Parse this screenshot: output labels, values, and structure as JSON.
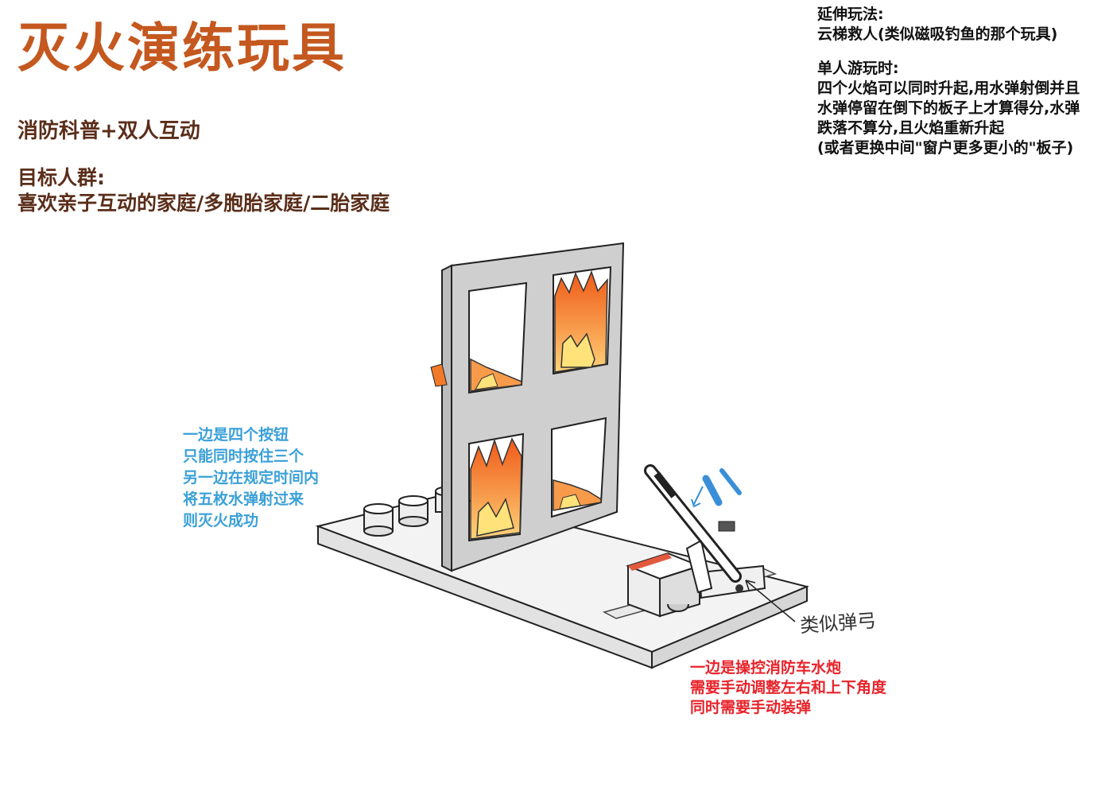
{
  "title": "灭火演练玩具",
  "subtitle": "消防科普+双人互动",
  "audience": {
    "label": "目标人群:",
    "value": "喜欢亲子互动的家庭/多胞胎家庭/二胎家庭"
  },
  "extension": {
    "heading": "延伸玩法:",
    "lines": [
      "云梯救人(类似磁吸钓鱼的那个玩具)"
    ]
  },
  "solo": {
    "heading": "单人游玩时:",
    "lines": [
      "四个火焰可以同时升起,用水弹射倒并且",
      "水弹停留在倒下的板子上才算得分,水弹",
      "跌落不算分,且火焰重新升起",
      "(或者更换中间\"窗户更多更小的\"板子)"
    ]
  },
  "blue_note": {
    "lines": [
      "一边是四个按钮",
      "只能同时按住三个",
      "另一边在规定时间内",
      "将五枚水弹射过来",
      "则灭火成功"
    ]
  },
  "red_note": {
    "lines": [
      "一边是操控消防车水炮",
      "需要手动调整左右和上下角度",
      "同时需要手动装弹"
    ]
  },
  "handwritten_label": "类似弹弓",
  "colors": {
    "title": "#c4581f",
    "text_brown": "#5a2e1a",
    "blue_note": "#3aa0d8",
    "red_note": "#e8232a",
    "flame_orange": "#f07a2a",
    "flame_yellow": "#ffe27a",
    "board_gray": "#cfcfcf"
  }
}
